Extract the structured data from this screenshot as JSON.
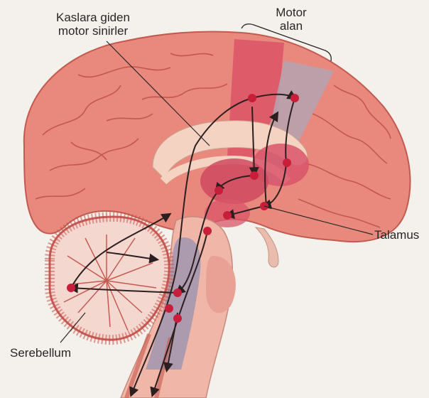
{
  "labels": {
    "motor_nerves_line1": "Kaslara giden",
    "motor_nerves_line2": "motor sinirler",
    "motor_area_line1": "Motor",
    "motor_area_line2": "alan",
    "thalamus": "Talamus",
    "cerebellum": "Serebellum"
  },
  "colors": {
    "background": "#f4f1ec",
    "cortex": "#e9897d",
    "cortex_dark": "#c9584e",
    "motor_area_highlight": "#d94e63",
    "sensory_band": "#b5a3b1",
    "thalamus": "#d9556a",
    "nuclei_dots": "#c81e3a",
    "pathway_lines": "#2b1f1f",
    "brainstem_band": "#8f8fb0"
  }
}
